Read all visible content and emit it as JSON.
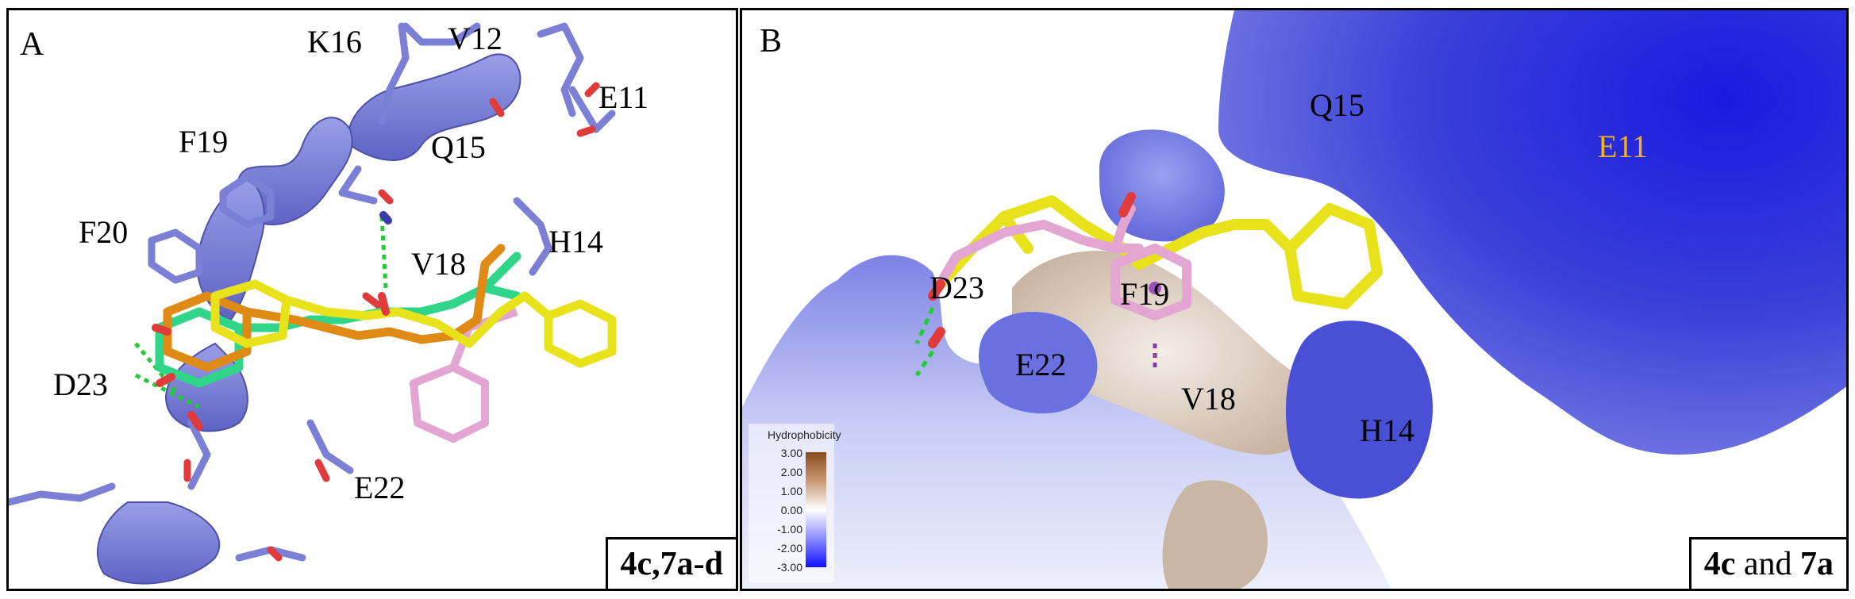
{
  "panel_a": {
    "letter": "A",
    "residues": {
      "k16": "K16",
      "v12": "V12",
      "e11": "E11",
      "f19": "F19",
      "q15": "Q15",
      "f20": "F20",
      "h14": "H14",
      "v18": "V18",
      "d23": "D23",
      "e22": "E22"
    },
    "caption": "4c,7a-d"
  },
  "panel_b": {
    "letter": "B",
    "residues": {
      "q15": "Q15",
      "e11": "E11",
      "d23": "D23",
      "f19": "F19",
      "e22": "E22",
      "v18": "V18",
      "h14": "H14"
    },
    "caption_bold_1": "4c",
    "caption_mid": " and ",
    "caption_bold_2": "7a",
    "legend": {
      "title": "Hydrophobicity",
      "ticks": [
        "3.00",
        "2.00",
        "1.00",
        "0.00",
        "-1.00",
        "-2.00",
        "-3.00"
      ]
    }
  },
  "colors": {
    "ribbon": "#7b7fd6",
    "oxygen": "#e03a3a",
    "hbond": "#22cc33",
    "ligand_yellow": "#e8e21a",
    "ligand_green": "#2fd68a",
    "ligand_orange": "#e08a16",
    "ligand_pink": "#e3a6d3",
    "e11_label_b": "#f2b21a"
  }
}
